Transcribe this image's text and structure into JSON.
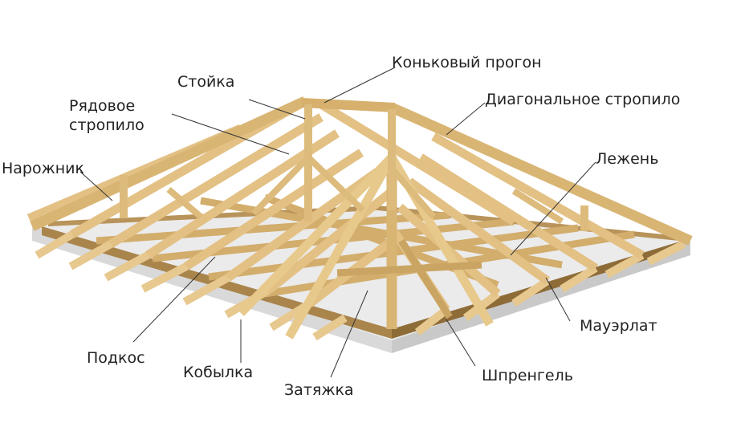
{
  "diagram": {
    "labels": {
      "ridge_purlin": "Коньковый прогон",
      "post": "Стойка",
      "common_rafter": "Рядовое\nстропило",
      "diagonal_rafter": "Диагональное стропило",
      "jack_rafter": "Нарожник",
      "sill_beam": "Лежень",
      "wall_plate": "Мауэрлат",
      "strut": "Подкос",
      "rafter_tail": "Кобылка",
      "tie_beam": "Затяжка",
      "truss_support": "Шпренгель"
    },
    "colors": {
      "timber": "#e7c88e",
      "timber_dark": "#c9a566",
      "wall_plate": "#a9854c",
      "base": "#dcdcdc",
      "leader_line": "#333333",
      "text": "#222222"
    }
  }
}
